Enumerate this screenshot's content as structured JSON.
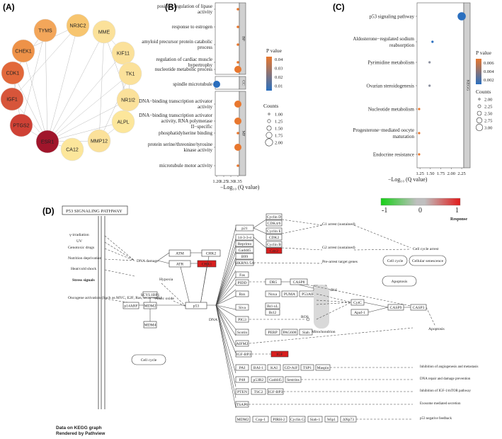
{
  "panels": {
    "a": "(A)",
    "b": "(B)",
    "c": "(C)",
    "d": "(D)"
  },
  "colors": {
    "high": "#a0152b",
    "mid": "#e2683a",
    "low": "#fce69b",
    "go_orange": "#e8772e",
    "go_blue": "#2a6fbf"
  },
  "network": {
    "nodes": [
      {
        "id": "NR3C2",
        "color": "#f7c56f"
      },
      {
        "id": "MME",
        "color": "#fbe19a"
      },
      {
        "id": "TYMS",
        "color": "#f3a65a"
      },
      {
        "id": "KIF11",
        "color": "#fbe19a"
      },
      {
        "id": "CHEK1",
        "color": "#ee9248"
      },
      {
        "id": "TK1",
        "color": "#fbe19a"
      },
      {
        "id": "CDK1",
        "color": "#e2683a"
      },
      {
        "id": "NR1I2",
        "color": "#fbe19a"
      },
      {
        "id": "IGF1",
        "color": "#d7553a"
      },
      {
        "id": "ALPL",
        "color": "#fce69b"
      },
      {
        "id": "PTGS2",
        "color": "#cf4135"
      },
      {
        "id": "MMP12",
        "color": "#fbe19a"
      },
      {
        "id": "ESR1",
        "color": "#a0152b"
      },
      {
        "id": "CA12",
        "color": "#fce69b"
      }
    ]
  },
  "go": {
    "groups": [
      "BP",
      "CC",
      "MF"
    ],
    "terms": [
      {
        "label": [
          "positive regulation of lipase",
          "activity"
        ],
        "group": "BP",
        "x": 1.35,
        "count": 1,
        "p": 0.04
      },
      {
        "label": [
          "response to estrogen"
        ],
        "group": "BP",
        "x": 1.35,
        "count": 1,
        "p": 0.04
      },
      {
        "label": [
          "amyloid precursor protein catabolic",
          "process"
        ],
        "group": "BP",
        "x": 1.35,
        "count": 1,
        "p": 0.04
      },
      {
        "label": [
          "regulation of cardiac muscle",
          "hypertrophy"
        ],
        "group": "BP",
        "x": 1.35,
        "count": 1,
        "p": 0.04
      },
      {
        "label": [
          "nucleotide metabolic process"
        ],
        "group": "BP",
        "x": 1.35,
        "count": 2,
        "p": 0.04
      },
      {
        "label": [
          "spindle microtubule"
        ],
        "group": "CC",
        "x": 1.2,
        "count": 2,
        "p": 0.005
      },
      {
        "label": [
          "DNA−binding transcription activator",
          "activity"
        ],
        "group": "MF",
        "x": 1.35,
        "count": 2,
        "p": 0.04
      },
      {
        "label": [
          "DNA−binding transcription activator",
          "activity, RNA polymerase",
          "II−specific"
        ],
        "group": "MF",
        "x": 1.35,
        "count": 2,
        "p": 0.04
      },
      {
        "label": [
          "phosphatidylserine binding"
        ],
        "group": "MF",
        "x": 1.35,
        "count": 1,
        "p": 0.04
      },
      {
        "label": [
          "protein serine/threonine/tyrosine",
          "kinase activity"
        ],
        "group": "MF",
        "x": 1.35,
        "count": 2,
        "p": 0.04
      },
      {
        "label": [
          "microtubule motor activity"
        ],
        "group": "MF",
        "x": 1.35,
        "count": 1,
        "p": 0.04
      }
    ],
    "xticks": [
      "1.20",
      "1.25",
      "1.30",
      "1.35"
    ],
    "xlabel": "−Log₁₀ (Q value)",
    "p_title": "P value",
    "p_ticks": [
      "0.04",
      "0.03",
      "0.02",
      "0.01"
    ],
    "counts_title": "Counts",
    "counts_ticks": [
      "1.00",
      "1.25",
      "1.50",
      "1.75",
      "2.00"
    ]
  },
  "kegg": {
    "strip": "KEGG",
    "terms": [
      {
        "label": [
          "p53 signaling pathway"
        ],
        "x": 2.25,
        "count": 3,
        "p": 0.001
      },
      {
        "label": [
          "Aldosterone−regulated sodium",
          "reabsorption"
        ],
        "x": 1.55,
        "count": 1,
        "p": 0.002
      },
      {
        "label": [
          "Pyrimidine metabolism"
        ],
        "x": 1.48,
        "count": 1,
        "p": 0.004
      },
      {
        "label": [
          "Ovarian steroidogenesis"
        ],
        "x": 1.48,
        "count": 1,
        "p": 0.004
      },
      {
        "label": [
          "Nucleotide metabolism"
        ],
        "x": 1.23,
        "count": 1,
        "p": 0.007
      },
      {
        "label": [
          "Progesterone−mediated oocyte",
          "maturation"
        ],
        "x": 1.23,
        "count": 1,
        "p": 0.007
      },
      {
        "label": [
          "Endocrine resistance"
        ],
        "x": 1.23,
        "count": 1,
        "p": 0.007
      }
    ],
    "xticks": [
      "1.25",
      "1.50",
      "1.75",
      "2.00",
      "2.25"
    ],
    "xlabel": "−Log₁₀ (Q value)",
    "p_title": "P value",
    "p_ticks": [
      "0.006",
      "0.004",
      "0.002"
    ],
    "counts_title": "Counts",
    "counts_ticks": [
      "2.00",
      "2.25",
      "2.50",
      "2.75",
      "3.00"
    ]
  },
  "pathway": {
    "title": "P53 SIGNALING PATHWAY",
    "legend_ticks": [
      "-1",
      "0",
      "1"
    ],
    "legend_title": "Response",
    "stress_title": "Stress signals",
    "stress_items": [
      "γ-irradiation",
      "UV",
      "Genotoxic drugs",
      "Nutrition deprivation",
      "Heat/cold shock",
      "Oncogene activation (Such as MYC, E2F, Ras, BCR-ABL)"
    ],
    "target_title": "Target genes",
    "footer": [
      "Data on KEGG graph",
      "Rendered by Pathview"
    ],
    "labels": {
      "dna_damage": "DNA damage",
      "hypoxia": "Hypoxia",
      "nitric_oxide": "Nitric oxide",
      "atm": "ATM",
      "atr": "ATR",
      "chk2": "CHK2",
      "chk1": "CHK1",
      "p53": "p53",
      "mdm2": "MDM2",
      "mdm4": "MDM4",
      "p14arf": "p14ARF",
      "scyl1bp1": "SCYL1BP1",
      "dna": "DNA",
      "cell_cycle_box": "Cell cycle",
      "cell_cycle": "Cell cycle",
      "cellular_senescence": "Cellular senescence",
      "apoptosis_box": "Apoptosis",
      "mitochondrion": "Mitochondrion",
      "g1_arrest": "G1 arrest (sustained)",
      "g2_arrest": "G2 arrest (sustained)",
      "cell_cycle_arrest": "Cell cycle arrest",
      "pre_arrest": "Pre-arrest target genes",
      "apoptosis": "Apoptosis",
      "angio": "Inhibition of angiogenesis and metastasis",
      "repair": "DNA repair and damage prevention",
      "igf": "Inhibition of IGF-1/mTOR pathway",
      "exosome": "Exosome mediated secretion",
      "feedback": "p53 negative feedback",
      "p21": "p21",
      "fourteen": "14-3-3-σ",
      "reprimo": "Reprimo",
      "gadd45": "Gadd45",
      "b99": "B99",
      "sesnmapk": "SIKRN1/5A",
      "cycd": "Cyclin D",
      "cdk46": "CDK4/6",
      "cyce": "Cyclin E",
      "cdk2": "CDK2",
      "cycb": "Cyclin B",
      "cdc2": "Cdc2",
      "fas": "Fas",
      "pidd": "PIDD",
      "dr5": "DR5",
      "casp8": "CASP8",
      "bid": "Bid",
      "tbid": "tBid",
      "bax": "Bax",
      "noxa": "Noxa",
      "puma": "PUMA",
      "p53aip": "P53AIP",
      "bclxl": "Bcl-xL",
      "bcl2": "Bcl2",
      "siva": "Siva",
      "perp": "PERP",
      "scotin": "Scotin",
      "pag608": "PAG608",
      "siah": "Siah",
      "cycs": "CytC",
      "apaf1": "Apaf-1",
      "casp9": "CASP9",
      "casp3": "CASP3",
      "ros": "ROS",
      "pig3": "PIG3",
      "aifm2": "AIFM2",
      "igfbp3": "IGF-BP3",
      "igf1": "IGF",
      "pai": "PAI",
      "bai1": "BAI-1",
      "kai": "KAI",
      "gdaif": "GD-AiF",
      "tsp1": "TSP1",
      "maspin": "Maspin",
      "p48": "P48",
      "p53r2": "p53R2",
      "gadd45b": "Gadd45",
      "sestrins": "Sestrins",
      "pten": "PTEN",
      "tsc2": "TSC2",
      "igfbp3b": "IGF-BP3",
      "tsap6": "TSAP6",
      "mdm2b": "MDM2",
      "cop1": "Cop-1",
      "pirh2": "PIRH-2",
      "cycg": "Cyclin G",
      "siah1": "Siah-1",
      "wip1": "Wip1",
      "dnp53": "ΔNp73"
    }
  }
}
